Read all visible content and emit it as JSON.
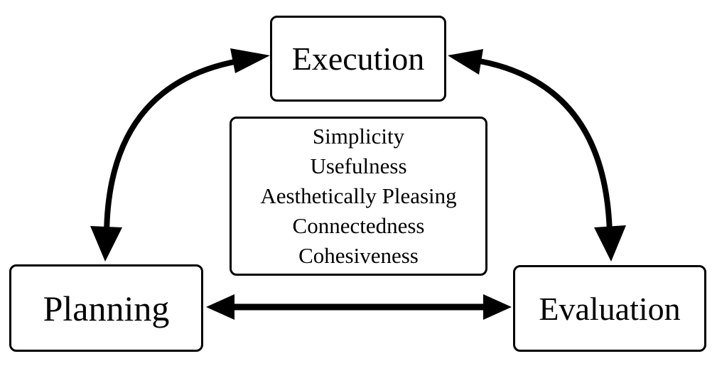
{
  "nodes": {
    "execution": "Execution",
    "planning": "Planning",
    "evaluation": "Evaluation"
  },
  "principles": [
    "Simplicity",
    "Usefulness",
    "Aesthetically Pleasing",
    "Connectedness",
    "Cohesiveness"
  ],
  "edges": [
    {
      "from": "Planning",
      "to": "Execution",
      "direction": "bidirectional"
    },
    {
      "from": "Execution",
      "to": "Evaluation",
      "direction": "bidirectional"
    },
    {
      "from": "Planning",
      "to": "Evaluation",
      "direction": "bidirectional"
    }
  ],
  "colors": {
    "stroke": "#000000",
    "background": "#ffffff"
  }
}
